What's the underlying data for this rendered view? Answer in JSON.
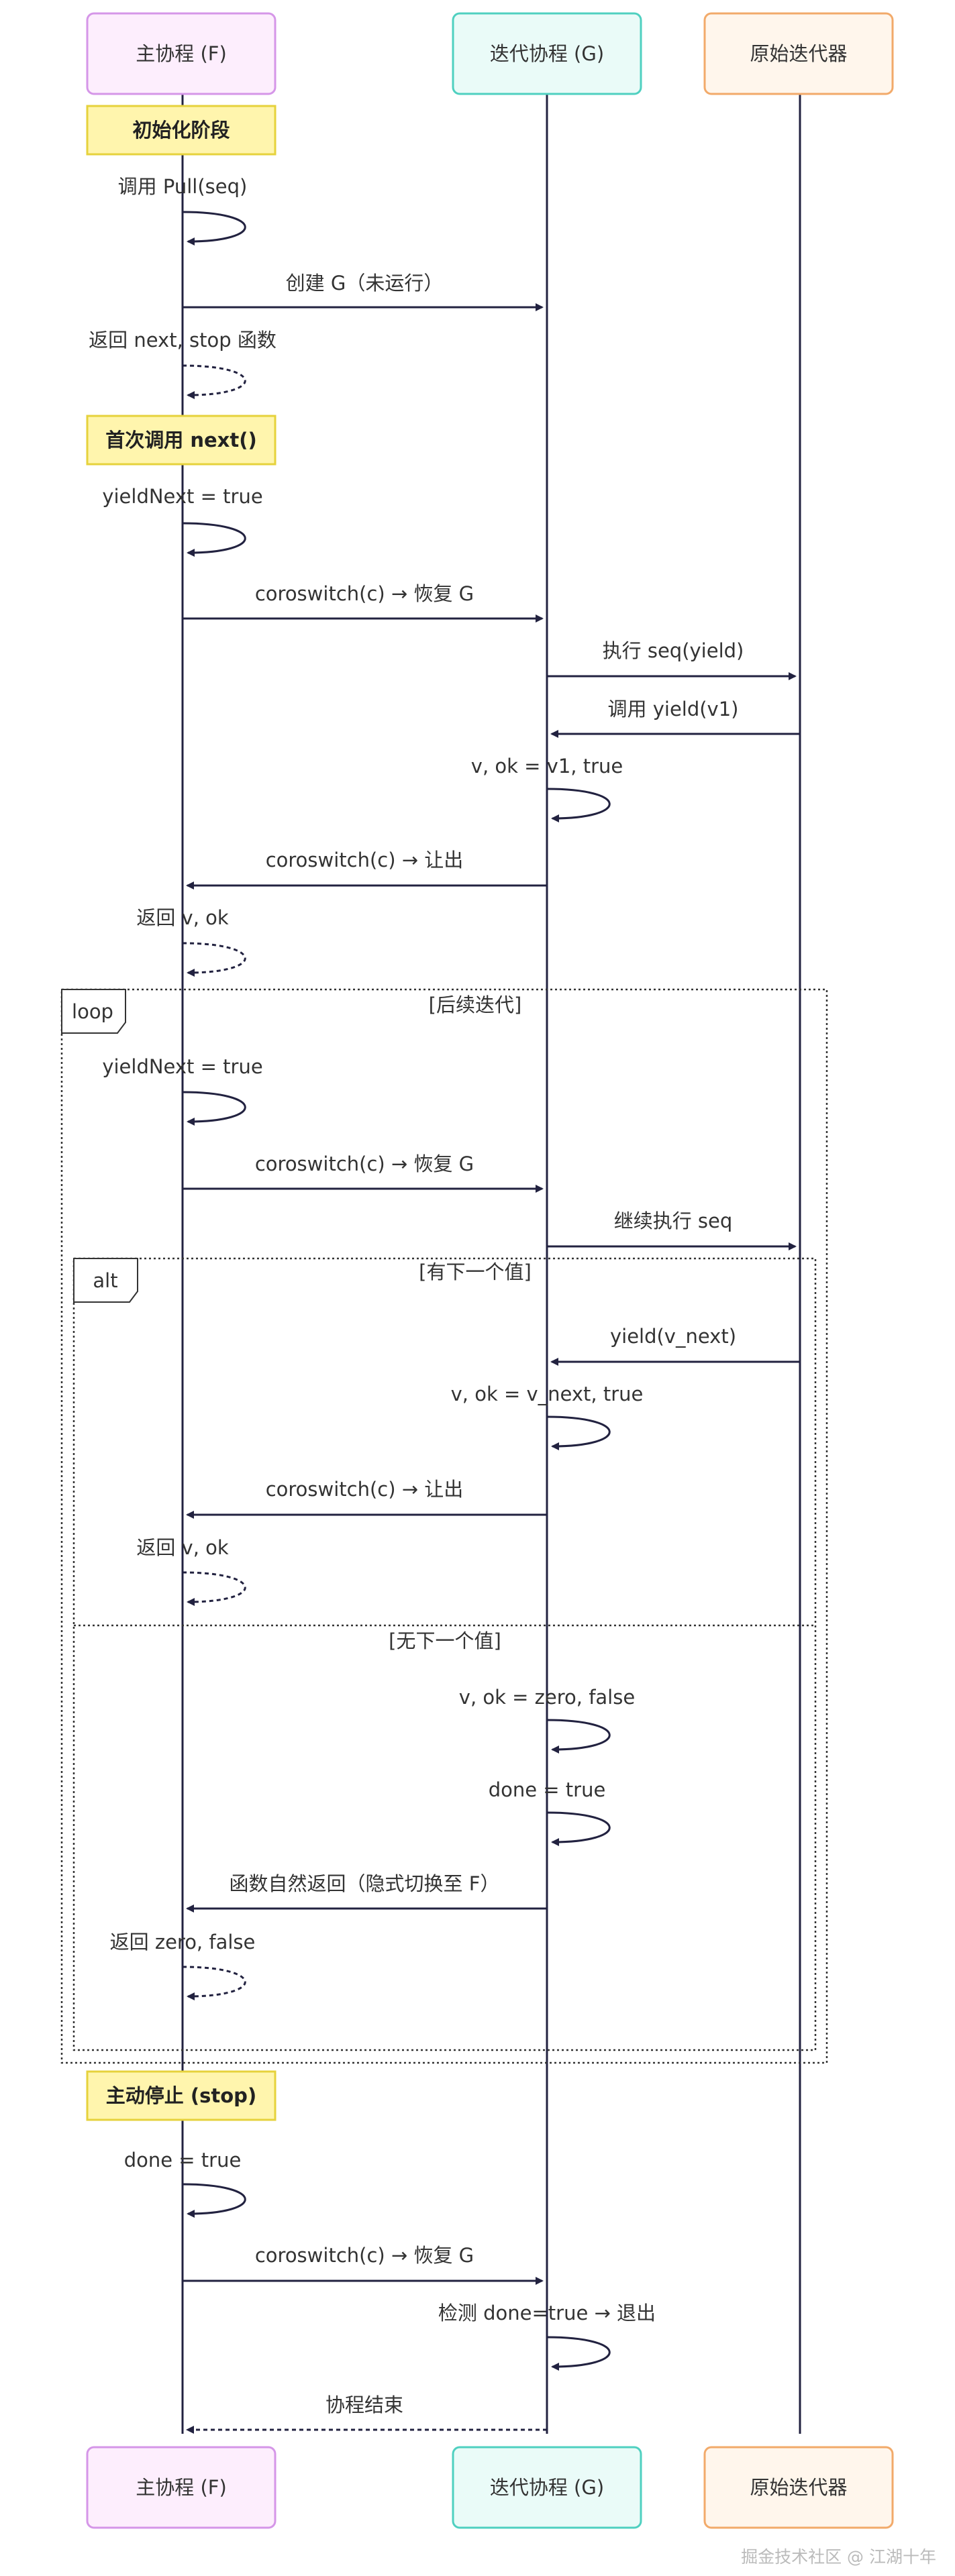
{
  "participants": [
    {
      "id": "F",
      "label": "主协程 (F)",
      "fill": "#fdeefd",
      "stroke": "#d596e8"
    },
    {
      "id": "G",
      "label": "迭代协程 (G)",
      "fill": "#eafbf8",
      "stroke": "#4fd0c0"
    },
    {
      "id": "S",
      "label": "原始迭代器",
      "fill": "#fff6ec",
      "stroke": "#f2aa6a"
    }
  ],
  "notes": {
    "init": "初始化阶段",
    "first_next": "首次调用 next()",
    "stop": "主动停止 (stop)"
  },
  "messages": {
    "m1": "调用 Pull(seq)",
    "m2": "创建 G（未运行）",
    "m3": "返回 next, stop 函数",
    "m4": "yieldNext = true",
    "m5": "coroswitch(c) → 恢复 G",
    "m6": "执行 seq(yield)",
    "m7": "调用 yield(v1)",
    "m8": "v, ok = v1, true",
    "m9": "coroswitch(c) → 让出",
    "m10": "返回 v, ok",
    "m11": "yieldNext = true",
    "m12": "coroswitch(c) → 恢复 G",
    "m13": "继续执行 seq",
    "m14": "yield(v_next)",
    "m15": "v, ok = v_next, true",
    "m16": "coroswitch(c) → 让出",
    "m17": "返回 v, ok",
    "m18": "v, ok = zero, false",
    "m19": "done = true",
    "m20": "函数自然返回（隐式切换至 F）",
    "m21": "返回 zero, false",
    "m22": "done = true",
    "m23": "coroswitch(c) → 恢复 G",
    "m24": "检测 done=true → 退出",
    "m25": "协程结束"
  },
  "loop_block": {
    "keyword": "loop",
    "condition": "[后续迭代]"
  },
  "alt_block": {
    "keyword": "alt",
    "condition": "[有下一个值]",
    "else_condition": "[无下一个值]"
  },
  "watermark": "掘金技术社区 @ 江湖十年",
  "colors": {
    "line": "#222240",
    "note_fill": "#fff5ad",
    "note_stroke": "#e6d23c"
  }
}
